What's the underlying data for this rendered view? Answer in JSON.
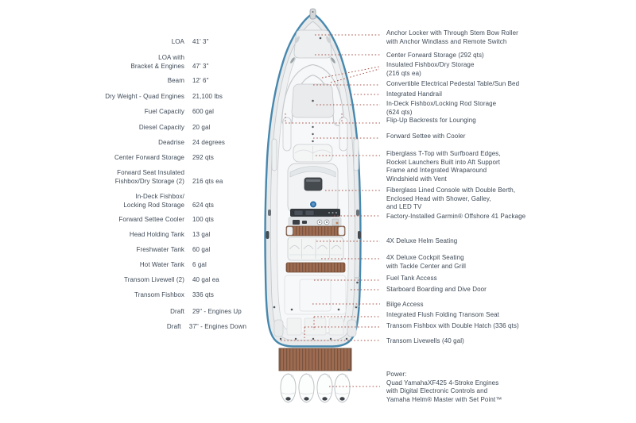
{
  "colors": {
    "background": "#ffffff",
    "text": "#3e4a57",
    "hull_outline": "#4788ae",
    "teak": "#9d6b50",
    "leader_line": "#a8544b",
    "console_emblem": "#2e6ea6"
  },
  "diagram": {
    "view": "top-down boat schematic",
    "engine_count": 4
  },
  "specs": {
    "rows": [
      {
        "label": "LOA",
        "value": "41' 3\""
      },
      {
        "label": "LOA with\nBracket & Engines",
        "value": "47' 3\""
      },
      {
        "label": "Beam",
        "value": "12' 6\""
      },
      {
        "label": "Dry Weight - Quad Engines",
        "value": "21,100 lbs"
      },
      {
        "label": "Fuel Capacity",
        "value": "600 gal"
      },
      {
        "label": "Diesel Capacity",
        "value": "20 gal"
      },
      {
        "label": "Deadrise",
        "value": "24 degrees"
      },
      {
        "label": "Center Forward Storage",
        "value": "292 qts"
      },
      {
        "label": "Forward Seat Insulated\nFishbox/Dry Storage (2)",
        "value": "216 qts ea"
      },
      {
        "label": "In-Deck Fishbox/\nLocking Rod Storage",
        "value": "624 qts"
      },
      {
        "label": "Forward Settee Cooler",
        "value": "100 qts"
      },
      {
        "label": "Head Holding Tank",
        "value": "13 gal"
      },
      {
        "label": "Freshwater Tank",
        "value": "60 gal"
      },
      {
        "label": "Hot Water Tank",
        "value": "6 gal"
      },
      {
        "label": "Transom Livewell (2)",
        "value": "40 gal ea"
      },
      {
        "label": "Transom Fishbox",
        "value": "336 qts"
      },
      {
        "label": "Draft",
        "value": "29\" - Engines Up"
      },
      {
        "label": "Draft",
        "value": "37\" - Engines Down"
      }
    ]
  },
  "callouts": [
    {
      "text": "Anchor Locker with Through Stem Bow Roller\nwith Anchor Windlass and Remote Switch"
    },
    {
      "text": "Center Forward Storage (292 qts)"
    },
    {
      "text": "Insulated Fishbox/Dry Storage\n(216 qts ea)"
    },
    {
      "text": "Convertible Electrical Pedestal Table/Sun Bed"
    },
    {
      "text": "Integrated Handrail"
    },
    {
      "text": "In-Deck Fishbox/Locking Rod Storage\n(624 qts)"
    },
    {
      "text": "Flip-Up Backrests for Lounging"
    },
    {
      "text": "Forward Settee with Cooler"
    },
    {
      "text": "Fiberglass T-Top with Surfboard Edges,\nRocket Launchers Built into Aft Support\nFrame and Integrated Wraparound\nWindshield with Vent"
    },
    {
      "text": "Fiberglass Lined Console with Double Berth,\nEnclosed Head with Shower, Galley,\nand LED TV"
    },
    {
      "text": "Factory-Installed Garmin® Offshore 41 Package"
    },
    {
      "text": "4X Deluxe Helm Seating"
    },
    {
      "text": "4X Deluxe Cockpit Seating\nwith Tackle Center and Grill"
    },
    {
      "text": "Fuel Tank Access"
    },
    {
      "text": "Starboard Boarding and Dive Door"
    },
    {
      "text": "Bilge Access"
    },
    {
      "text": "Integrated Flush Folding Transom Seat"
    },
    {
      "text": "Transom Fishbox with Double Hatch (336 qts)"
    },
    {
      "text": "Transom Livewells (40 gal)"
    },
    {
      "text": "Power:\nQuad YamahaXF425 4-Stroke Engines\nwith Digital Electronic Controls and\nYamaha Helm® Master with Set Point™"
    }
  ]
}
